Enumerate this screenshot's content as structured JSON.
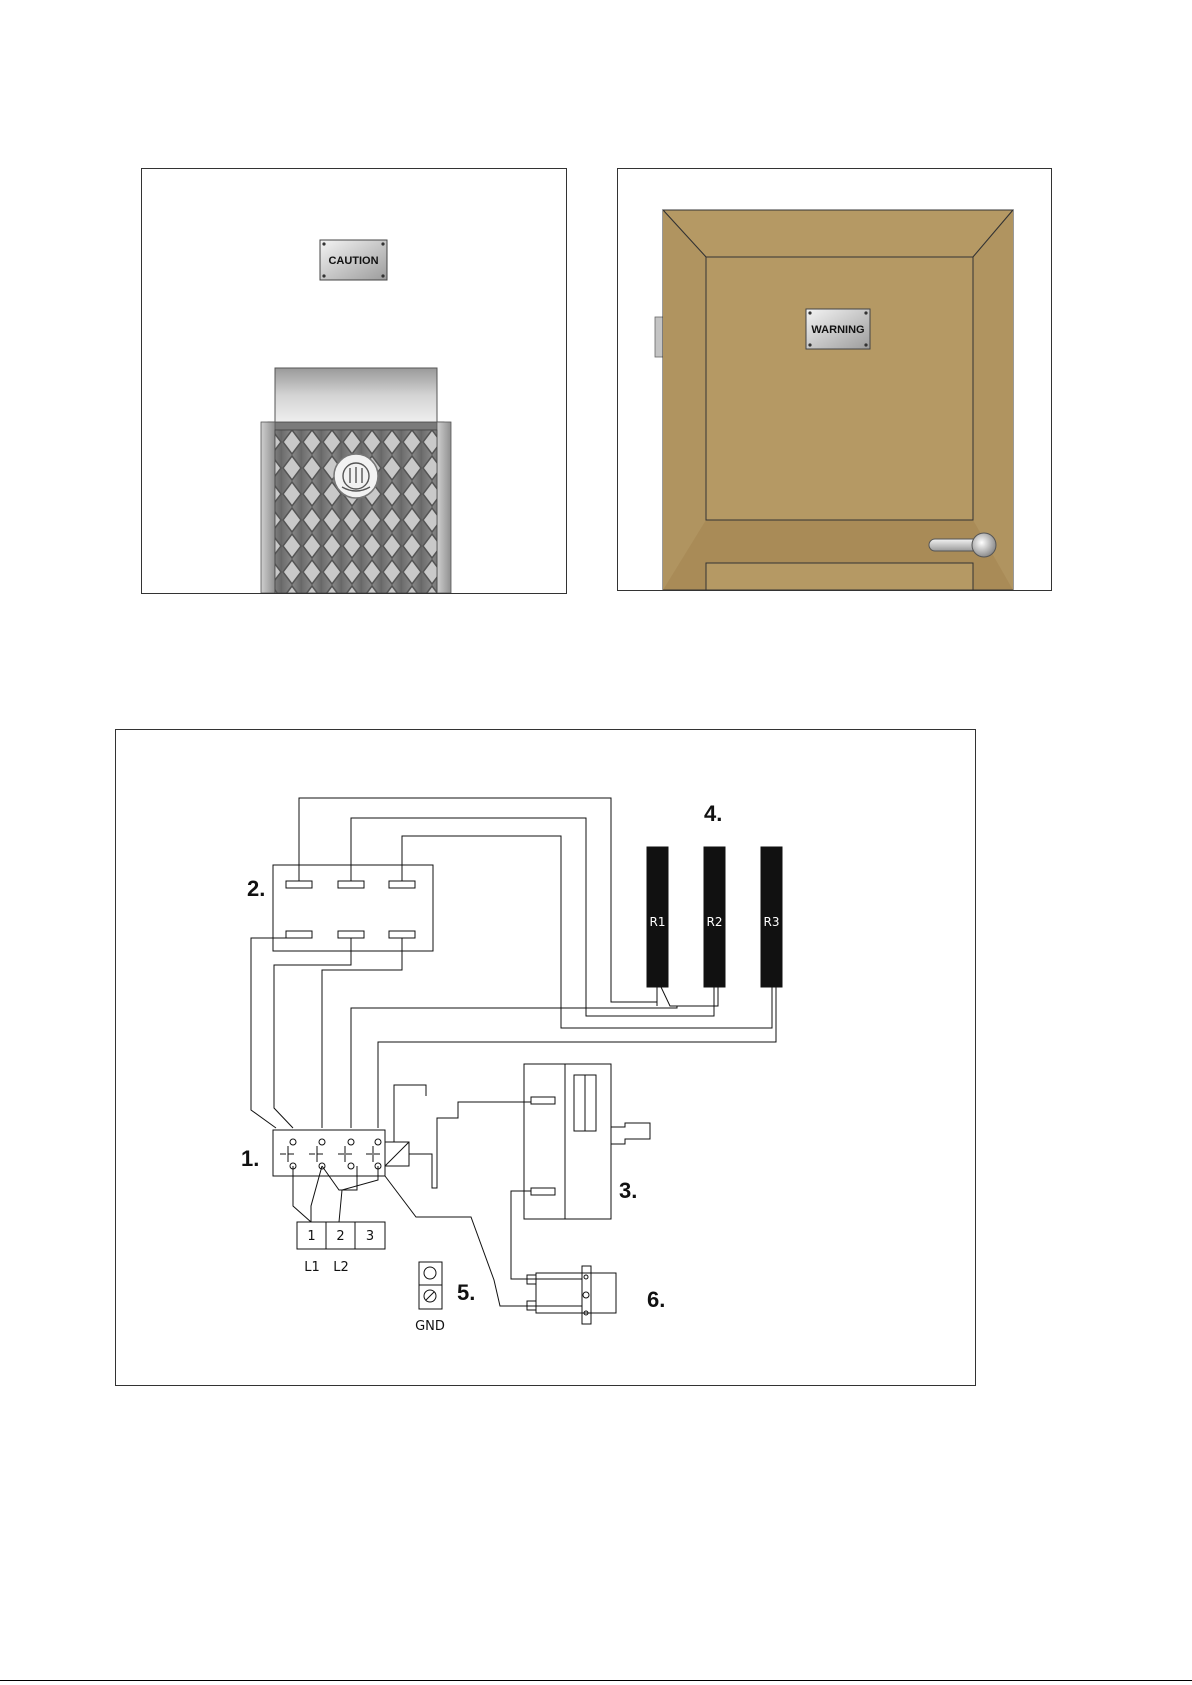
{
  "top_left": {
    "plate": "CAUTION"
  },
  "top_right": {
    "plate": "WARNING"
  },
  "diagram": {
    "components": {
      "switch": "1.",
      "terminal_block": "2.",
      "thermostat": "3.",
      "resistors": "4.",
      "ground": "5.",
      "timer": "6."
    },
    "resistor_labels": [
      "R1",
      "R2",
      "R3"
    ],
    "input_terminals": [
      "1",
      "2",
      "3"
    ],
    "line_labels": [
      "L1",
      "L2"
    ],
    "ground_label": "GND"
  },
  "colors": {
    "door": "#b59964",
    "door_frame": "#a98b57",
    "heater_body": "#9a9a9a",
    "resistor": "#111111"
  }
}
